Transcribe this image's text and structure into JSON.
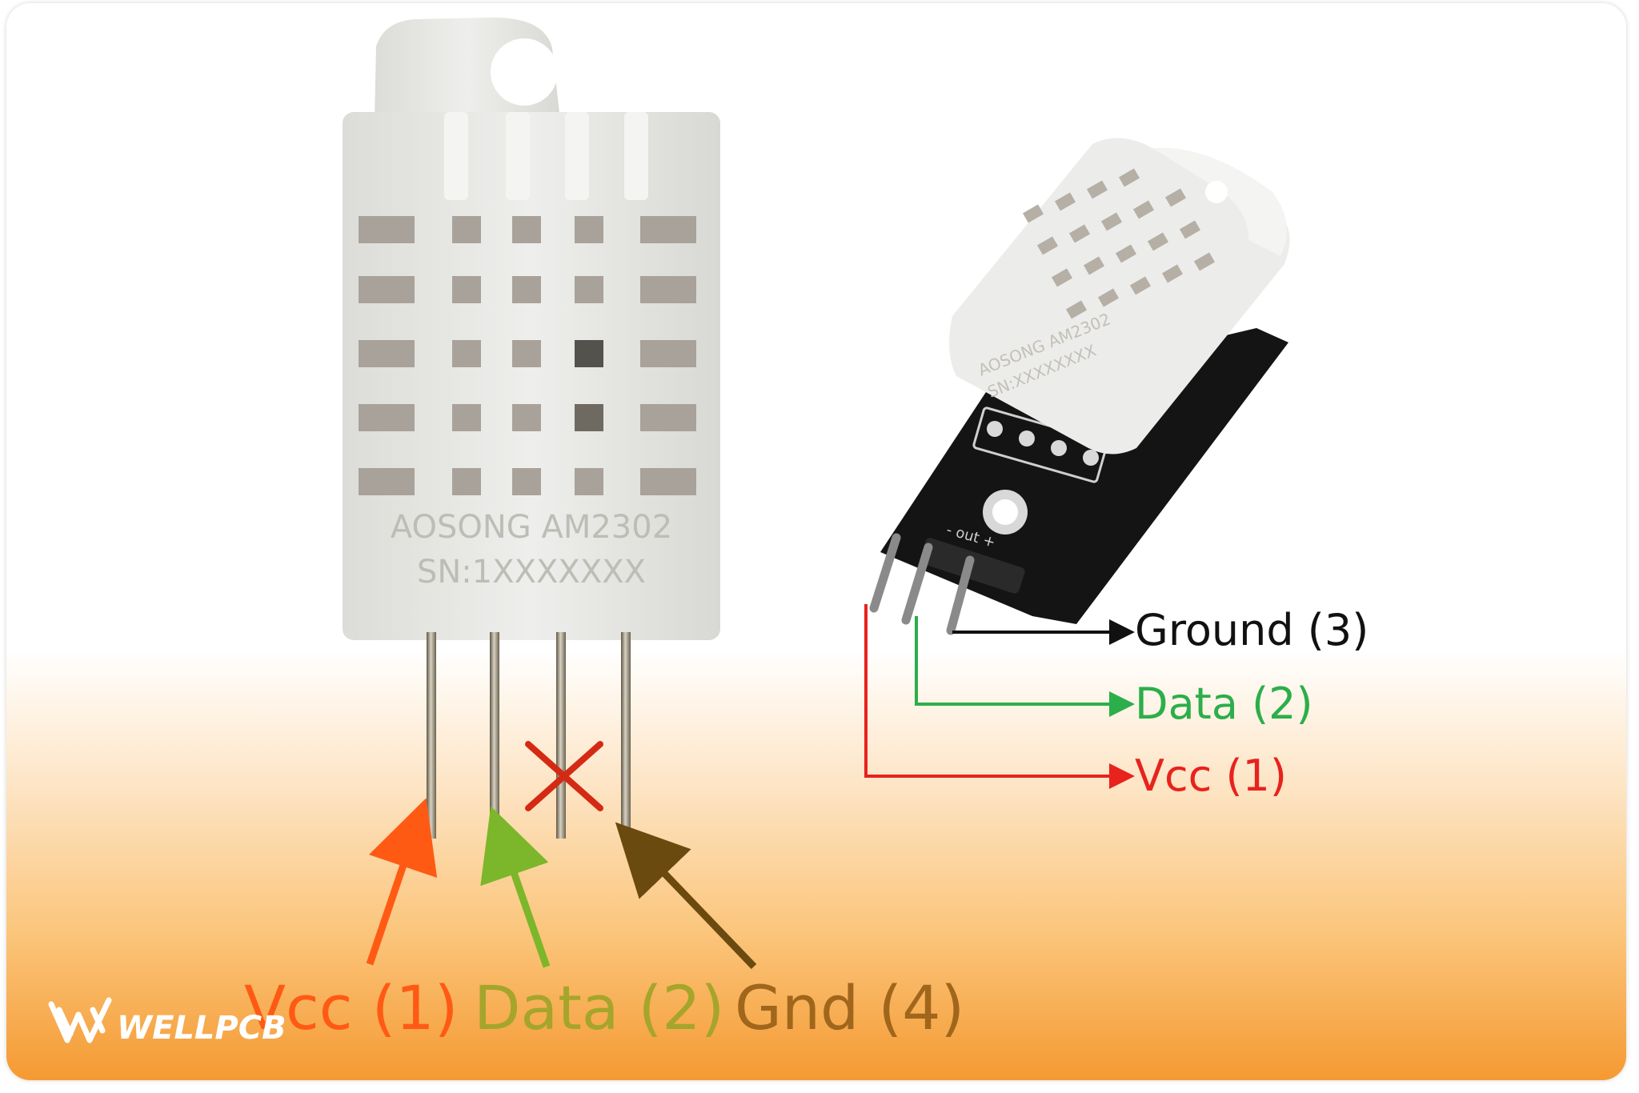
{
  "left_sensor": {
    "labels": {
      "vcc": "Vcc (1)",
      "data": "Data (2)",
      "gnd": "Gnd (4)"
    },
    "print_line1": "AOSONG AM2302",
    "print_line2": "SN:1XXXXXXX"
  },
  "right_module": {
    "labels": {
      "ground": "Ground (3)",
      "data": "Data (2)",
      "vcc": "Vcc (1)"
    },
    "print_line1": "AOSONG AM2302",
    "print_line2": "SN:XXXXXXXX",
    "pin_marks": "- out +"
  },
  "watermark": {
    "brand": "WELLPCB",
    "logo_icon": "wellpcb-logo-icon"
  },
  "colors": {
    "vcc_left": "#ff5a14",
    "data_left": "#7cb62a",
    "gnd_left": "#6b4a10",
    "vcc_label_left": "#ff5a14",
    "data_label_left": "#a5a52c",
    "gnd_label_left": "#a0661c",
    "ground_right": "#111111",
    "data_right": "#2cae4a",
    "vcc_right": "#e8221c",
    "cross": "#d42a14",
    "sensor_body": "#ebebe8",
    "pcb": "#141414"
  }
}
